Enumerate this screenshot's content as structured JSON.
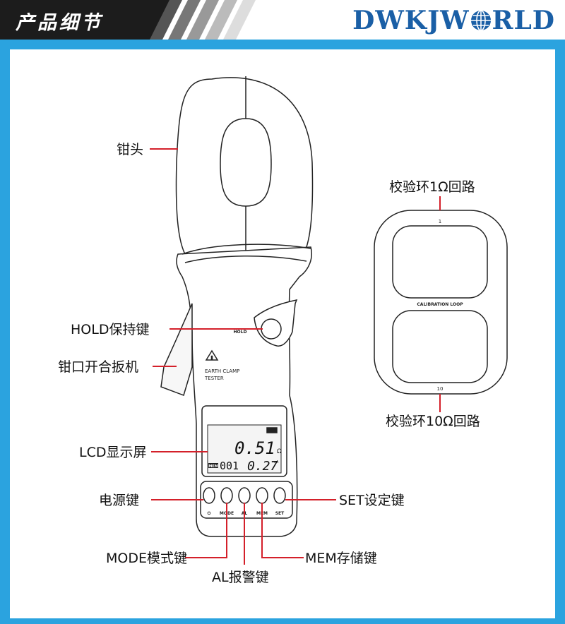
{
  "header": {
    "title": "产品细节",
    "brand_left": "DWKJW",
    "brand_right": "RLD",
    "colors": {
      "band": "#2ba3df",
      "brand": "#1a5fa6",
      "tab": "#1c1c1c",
      "callout": "#d4202a"
    }
  },
  "device": {
    "hold_mark": "HOLD",
    "name_line1": "EARTH CLAMP",
    "name_line2": "TESTER",
    "lcd_main": "0.51",
    "lcd_unit": "Ω",
    "lcd_mem": "MEM",
    "lcd_index": "001",
    "lcd_sub": "0.27",
    "lcd_sub_unit": "mA",
    "buttons": [
      "⏻",
      "MODE",
      "AL",
      "MEM",
      "SET"
    ]
  },
  "calibration": {
    "top_mark": "1",
    "label": "CALIBRATION LOOP",
    "bottom_mark": "10"
  },
  "callouts": {
    "clamp_head": "钳头",
    "hold_key": "HOLD保持键",
    "trigger": "钳口开合扳机",
    "lcd": "LCD显示屏",
    "power_key": "电源键",
    "mode_key": "MODE模式键",
    "al_key": "AL报警键",
    "mem_key": "MEM存储键",
    "set_key": "SET设定键",
    "loop_1": "校验环1Ω回路",
    "loop_10": "校验环10Ω回路"
  }
}
